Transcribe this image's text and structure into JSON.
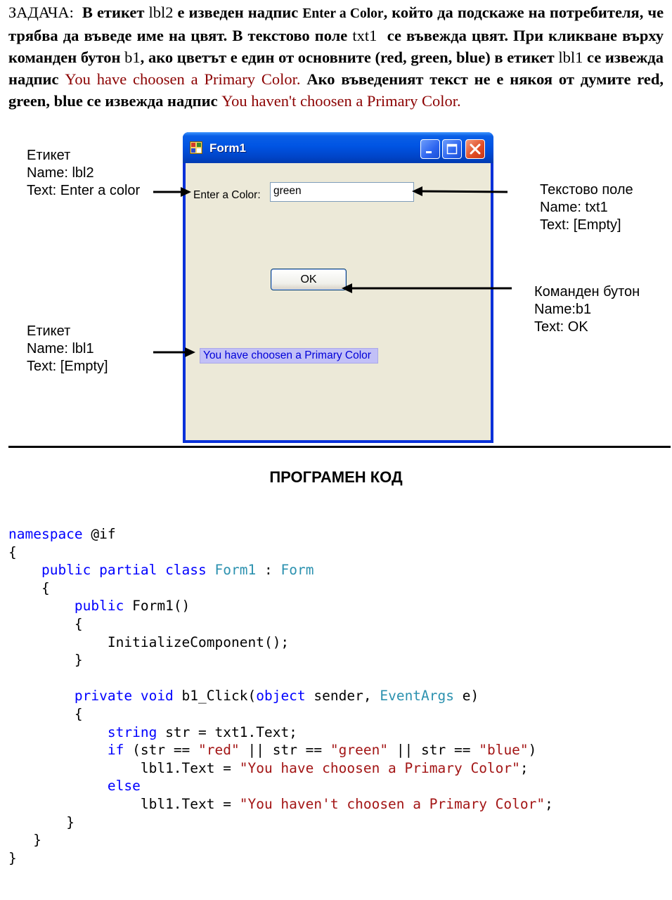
{
  "task": {
    "p01": "ЗАДАЧА:",
    "p02": "В етикет",
    "p03": "lbl2",
    "p04": "е изведен надпис",
    "p05": "Enter a Color",
    "p06": ", който да подскаже на потребителя, че трябва да въведе име на цвят. В текстово поле",
    "p07": "txt1",
    "p08": "се въвежда цвят. При кликване върху командeн бутон",
    "p09": "b1",
    "p10": ", ако цветът е един от основните (red, green, blue) в етикет",
    "p11": "lbl1",
    "p12": "се извежда надпис",
    "p13": "You have choosen a Primary Color.",
    "p14": "Ако въведеният текст не е някоя от думите red, green, blue се извежда надпис",
    "p15": "You haven't choosen a Primary Color."
  },
  "form": {
    "title": "Form1",
    "lbl2_text": "Enter a Color:",
    "txt1_value": "green",
    "b1_label": "OK",
    "lbl1_text": "You have choosen a Primary Color"
  },
  "annotations": {
    "lbl2": [
      "Етикет",
      "Name: lbl2",
      "Text: Enter a color"
    ],
    "txt1": [
      "Текстово поле",
      "Name: txt1",
      "Text: [Empty]"
    ],
    "b1": [
      "Команден бутон",
      "Name:b1",
      "Text: OK"
    ],
    "lbl1": [
      "Етикет",
      "Name: lbl1",
      "Text: [Empty]"
    ]
  },
  "section_heading": "ПРОГРАМЕН КОД",
  "code": {
    "l01_kw": "namespace",
    "l01_rest": " @if",
    "l02": "{",
    "l03_kw": "public partial class",
    "l03_ty1": "Form1",
    "l03_sep": " : ",
    "l03_ty2": "Form",
    "l04": "{",
    "l05_kw": "public",
    "l05_rest": " Form1()",
    "l06": "{",
    "l07": "InitializeComponent();",
    "l08": "}",
    "l10_kw": "private void",
    "l10_a": " b1_Click(",
    "l10_kw2": "object",
    "l10_b": " sender, ",
    "l10_ty": "EventArgs",
    "l10_c": " e)",
    "l11": "{",
    "l12_kw": "string",
    "l12_rest": " str = txt1.Text;",
    "l13_kw": "if",
    "l13_a": " (str == ",
    "l13_s1": "\"red\"",
    "l13_b": " || str == ",
    "l13_s2": "\"green\"",
    "l13_c": " || str == ",
    "l13_s3": "\"blue\"",
    "l13_d": ")",
    "l14_a": "lbl1.Text = ",
    "l14_s": "\"You have choosen a Primary Color\"",
    "l14_b": ";",
    "l15_kw": "else",
    "l16_a": "lbl1.Text = ",
    "l16_s": "\"You haven't choosen a Primary Color\"",
    "l16_b": ";",
    "l17": "}",
    "l18": "}",
    "l19": "}"
  }
}
